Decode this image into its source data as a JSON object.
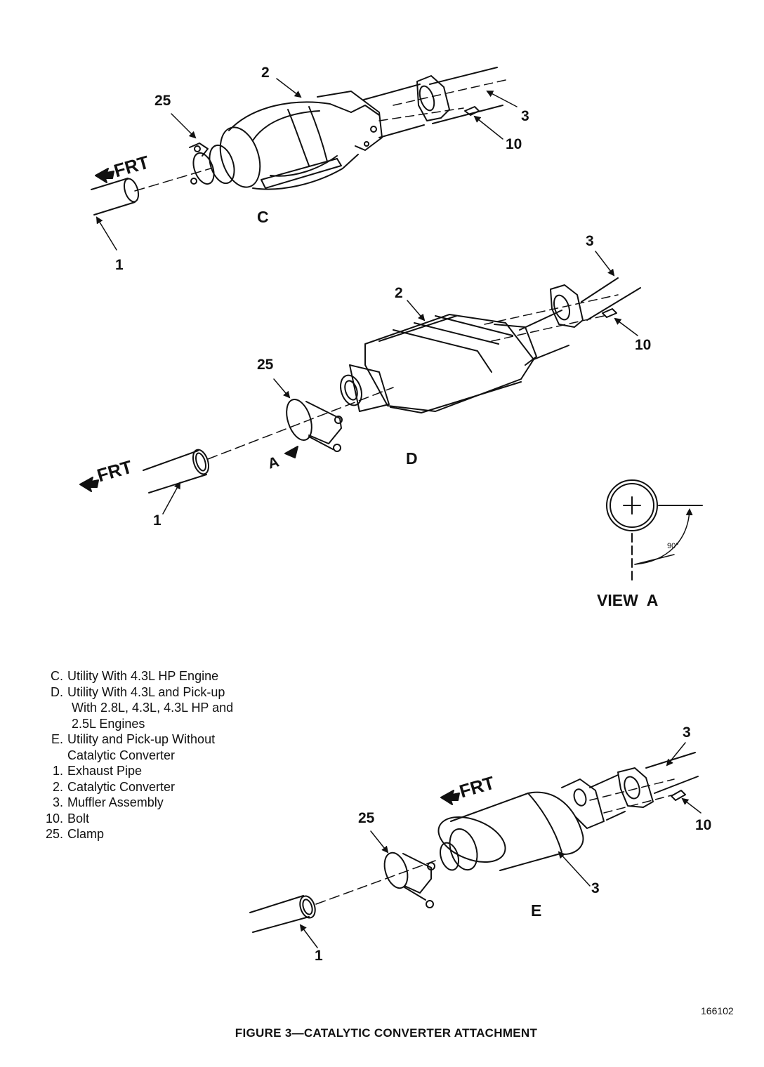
{
  "callouts": {
    "c_2": "2",
    "c_25": "25",
    "c_3": "3",
    "c_10": "10",
    "c_1": "1",
    "c_label": "C",
    "d_3": "3",
    "d_2": "2",
    "d_10": "10",
    "d_25": "25",
    "d_a": "A",
    "d_label": "D",
    "d_1": "1",
    "e_3_top": "3",
    "e_25": "25",
    "e_10": "10",
    "e_3_body": "3",
    "e_label": "E",
    "e_1": "1"
  },
  "frt_labels": {
    "c": "FRT",
    "d": "FRT",
    "e": "FRT"
  },
  "view_a": {
    "title": "VIEW  A",
    "angle": "90°"
  },
  "legend": [
    {
      "key": "C.",
      "text": "Utility With 4.3L HP Engine"
    },
    {
      "key": "D.",
      "text": "Utility With 4.3L and Pick-up"
    },
    {
      "key": "",
      "text": "With 2.8L, 4.3L, 4.3L HP and"
    },
    {
      "key": "",
      "text": "2.5L Engines"
    },
    {
      "key": "E.",
      "text": "Utility and Pick-up  Without"
    },
    {
      "key": "",
      "text": "Catalytic Converter"
    },
    {
      "key": "1.",
      "text": "Exhaust Pipe"
    },
    {
      "key": "2.",
      "text": "Catalytic Converter"
    },
    {
      "key": "3.",
      "text": "Muffler Assembly"
    },
    {
      "key": "10.",
      "text": "Bolt"
    },
    {
      "key": "25.",
      "text": "Clamp"
    }
  ],
  "figure_code": "166102",
  "caption": "FIGURE 3—CATALYTIC CONVERTER ATTACHMENT"
}
